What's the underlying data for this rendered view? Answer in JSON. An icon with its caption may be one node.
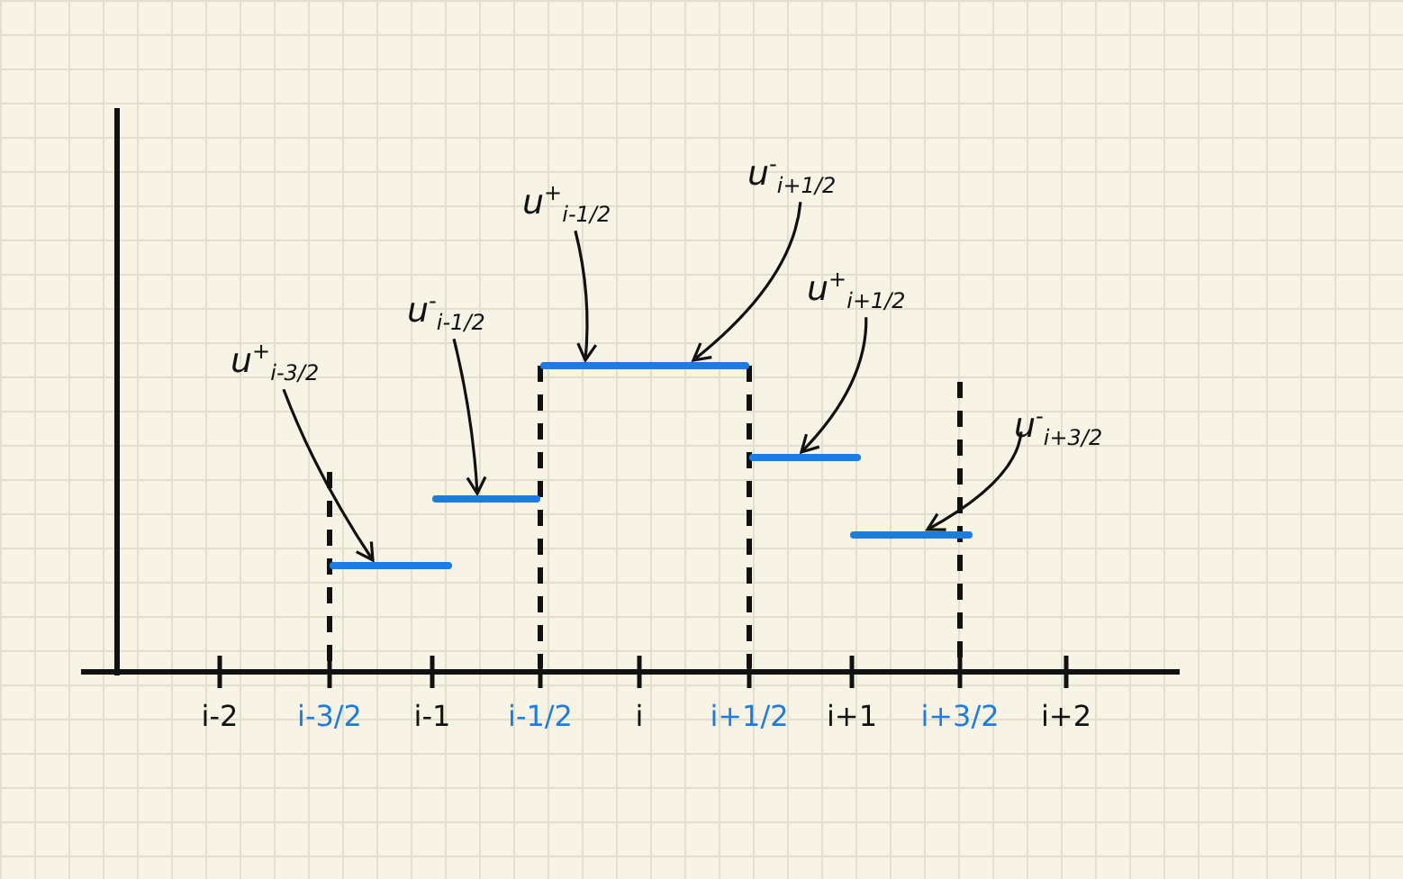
{
  "diagram": {
    "nodes": [
      {
        "text": [
          "u$^{+}$$_{i-3/2}$"
        ]
      },
      {
        "text": [
          "u$^{-}$$_{i-1/2}$"
        ]
      },
      {
        "text": [
          "u$^{+}$$_{i-1/2}$"
        ]
      },
      {
        "text": [
          "u$^{-}$$_{i+1/2}$"
        ]
      },
      {
        "text": [
          "u$^{+}$$_{i+1/2}$"
        ]
      },
      {
        "text": [
          "u$^{-}$$_{i+3/2}$"
        ]
      },
      {
        "text": [],
        "shape": "bar"
      },
      {
        "text": [],
        "shape": "bar"
      },
      {
        "text": [],
        "shape": "bar"
      },
      {
        "text": [],
        "shape": "bar"
      },
      {
        "text": [],
        "shape": "bar"
      }
    ],
    "edges": [
      {
        "from": 0,
        "to": 6,
        "arrow": "to"
      },
      {
        "from": 1,
        "to": 7,
        "arrow": "to"
      },
      {
        "from": 2,
        "to": 8,
        "arrow": "to"
      },
      {
        "from": 3,
        "to": 8,
        "arrow": "to"
      },
      {
        "from": 4,
        "to": 9,
        "arrow": "to"
      },
      {
        "from": 5,
        "to": 10,
        "arrow": "to"
      }
    ],
    "labels": [
      "i-2",
      "i-3/2",
      "i-1",
      "i-1/2",
      "i",
      "i+1/2",
      "i+1",
      "i+3/2",
      "i+2"
    ]
  }
}
